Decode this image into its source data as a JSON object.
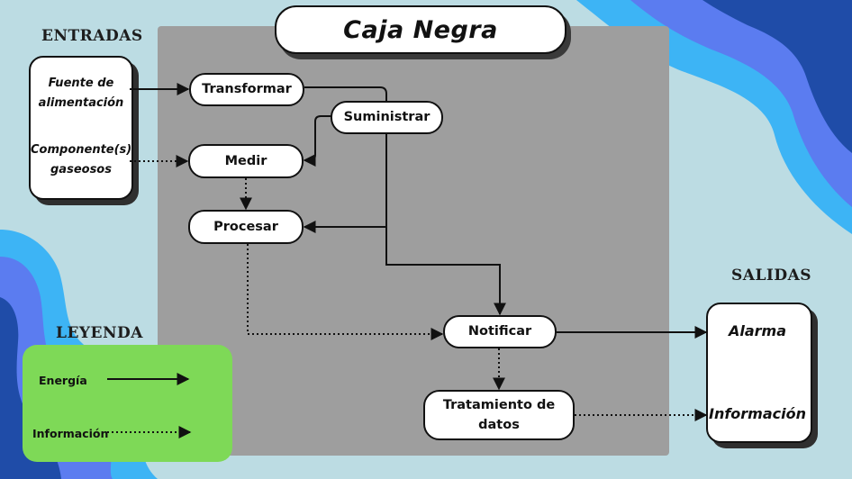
{
  "title": "Caja Negra",
  "inputs": {
    "heading": "ENTRADAS",
    "items": [
      {
        "line1": "Fuente de",
        "line2": "alimentación"
      },
      {
        "line1": "Componente(s)",
        "line2": "gaseosos"
      }
    ]
  },
  "outputs": {
    "heading": "SALIDAS",
    "items": [
      "Alarma",
      "Información"
    ]
  },
  "legend": {
    "heading": "LEYENDA",
    "energy_label": "Energía",
    "info_label": "Información"
  },
  "nodes": {
    "transformar": "Transformar",
    "suministrar": "Suministrar",
    "medir": "Medir",
    "procesar": "Procesar",
    "notificar": "Notificar",
    "tratamiento_line1": "Tratamiento de",
    "tratamiento_line2": "datos"
  },
  "colors": {
    "background": "#bcdce3",
    "black_box": "#9e9e9e",
    "legend": "#7ed957",
    "wave_dark": "#1f4ca8",
    "wave_mid": "#5b7cf0",
    "wave_light": "#3db4f5"
  }
}
